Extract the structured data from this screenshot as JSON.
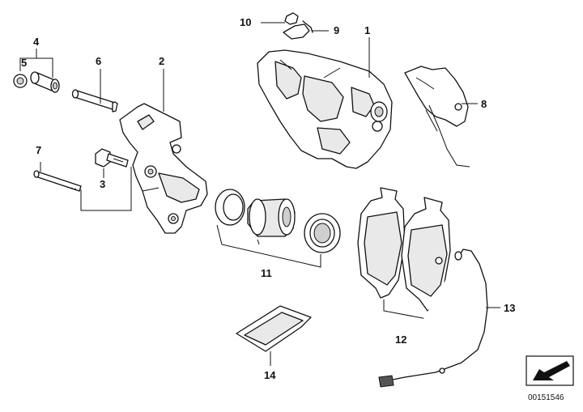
{
  "diagram": {
    "callouts": {
      "c1": "1",
      "c2": "2",
      "c3": "3",
      "c4": "4",
      "c5": "5",
      "c6": "6",
      "c7": "7",
      "c8": "8",
      "c9": "9",
      "c10": "10",
      "c11": "11",
      "c12": "12",
      "c13": "13",
      "c14": "14"
    },
    "catalog_number": "00151546",
    "icons": {
      "corner_badge": "arrow-pointer-icon"
    }
  }
}
